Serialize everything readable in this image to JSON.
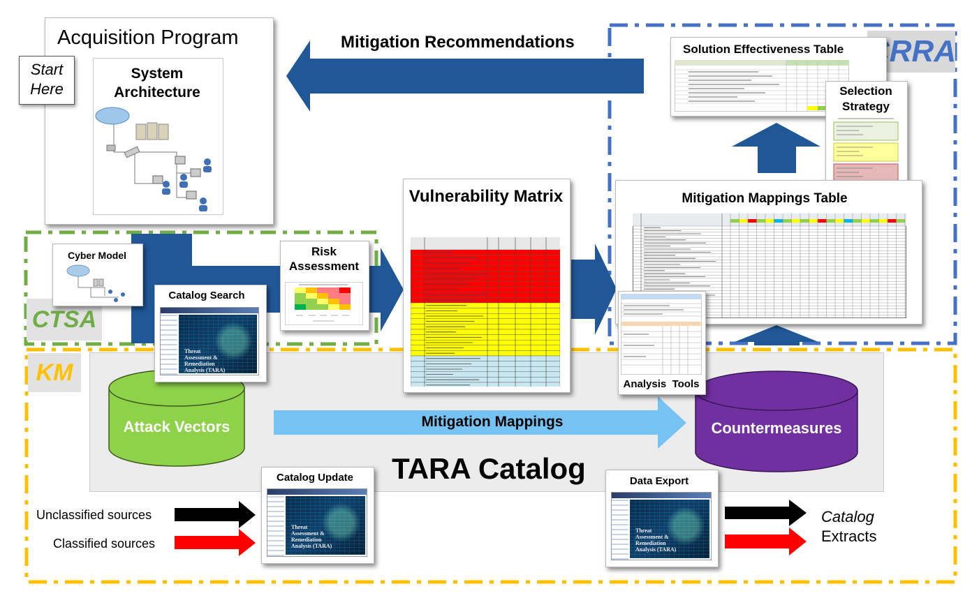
{
  "acquisition": {
    "title": "Acquisition Program",
    "start_here": "Start Here",
    "system_architecture": "System Architecture"
  },
  "mitigation_recommendations": "Mitigation Recommendations",
  "crra": {
    "label": "CRRA",
    "solution_table": "Solution Effectiveness Table",
    "selection_strategy": "Selection Strategy",
    "mitigation_mappings_table": "Mitigation Mappings Table"
  },
  "ctsa": {
    "label": "CTSA",
    "cyber_model": "Cyber Model",
    "risk_assessment": "Risk Assessment",
    "catalog_search": "Catalog Search"
  },
  "vulnerability_matrix": {
    "title": "Vulnerability Matrix"
  },
  "km": {
    "label": "KM",
    "attack_vectors": "Attack Vectors",
    "mitigation_mappings": "Mitigation Mappings",
    "countermeasures": "Countermeasures",
    "tara_catalog": "TARA Catalog",
    "analysis_tools": "Analysis  Tools"
  },
  "sources": {
    "unclassified": "Unclassified sources",
    "classified": "Classified sources",
    "catalog_update": "Catalog Update",
    "data_export": "Data Export",
    "extracts_line1": "Catalog",
    "extracts_line2": "Extracts"
  },
  "thumbnail_caption": {
    "line1": "Threat",
    "line2": "Assessment &",
    "line3": "Remediation",
    "line4": "Analysis (TARA)"
  },
  "colors": {
    "dark_blue_arrow": "#1f5797",
    "light_blue_arrow": "#74c3f2",
    "crra_border": "#4472c4",
    "ctsa_border": "#70ad47",
    "km_border": "#ffc000",
    "attack_vectors": "#8ed24a",
    "countermeasures": "#7030a0",
    "source_black": "#000000",
    "source_red": "#ff0000"
  }
}
